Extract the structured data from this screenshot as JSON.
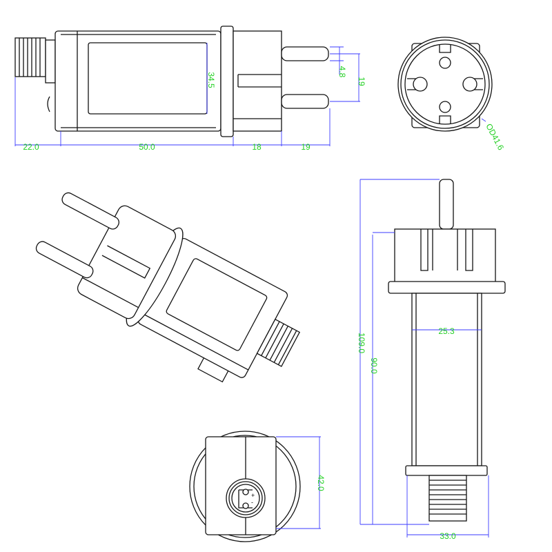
{
  "colors": {
    "dimension_line": "#3a3aff",
    "dimension_text": "#22d022",
    "outline": "#111111"
  },
  "top_view": {
    "dims": {
      "thread_length": "22.0",
      "body_length": "50.0",
      "plug_length": "18",
      "pin_length": "19",
      "body_height": "34.5",
      "pin_diameter": "4.8",
      "pin_spacing": "19"
    }
  },
  "front_view": {
    "dims": {
      "outer_diameter": "OD41.6"
    }
  },
  "side_view": {
    "dims": {
      "total_length": "109.0",
      "body_length": "90.0",
      "body_width": "25.3",
      "base_width": "33.0"
    }
  },
  "bottom_view": {
    "dims": {
      "height": "42.0"
    },
    "polarity": [
      "+",
      "-"
    ]
  }
}
